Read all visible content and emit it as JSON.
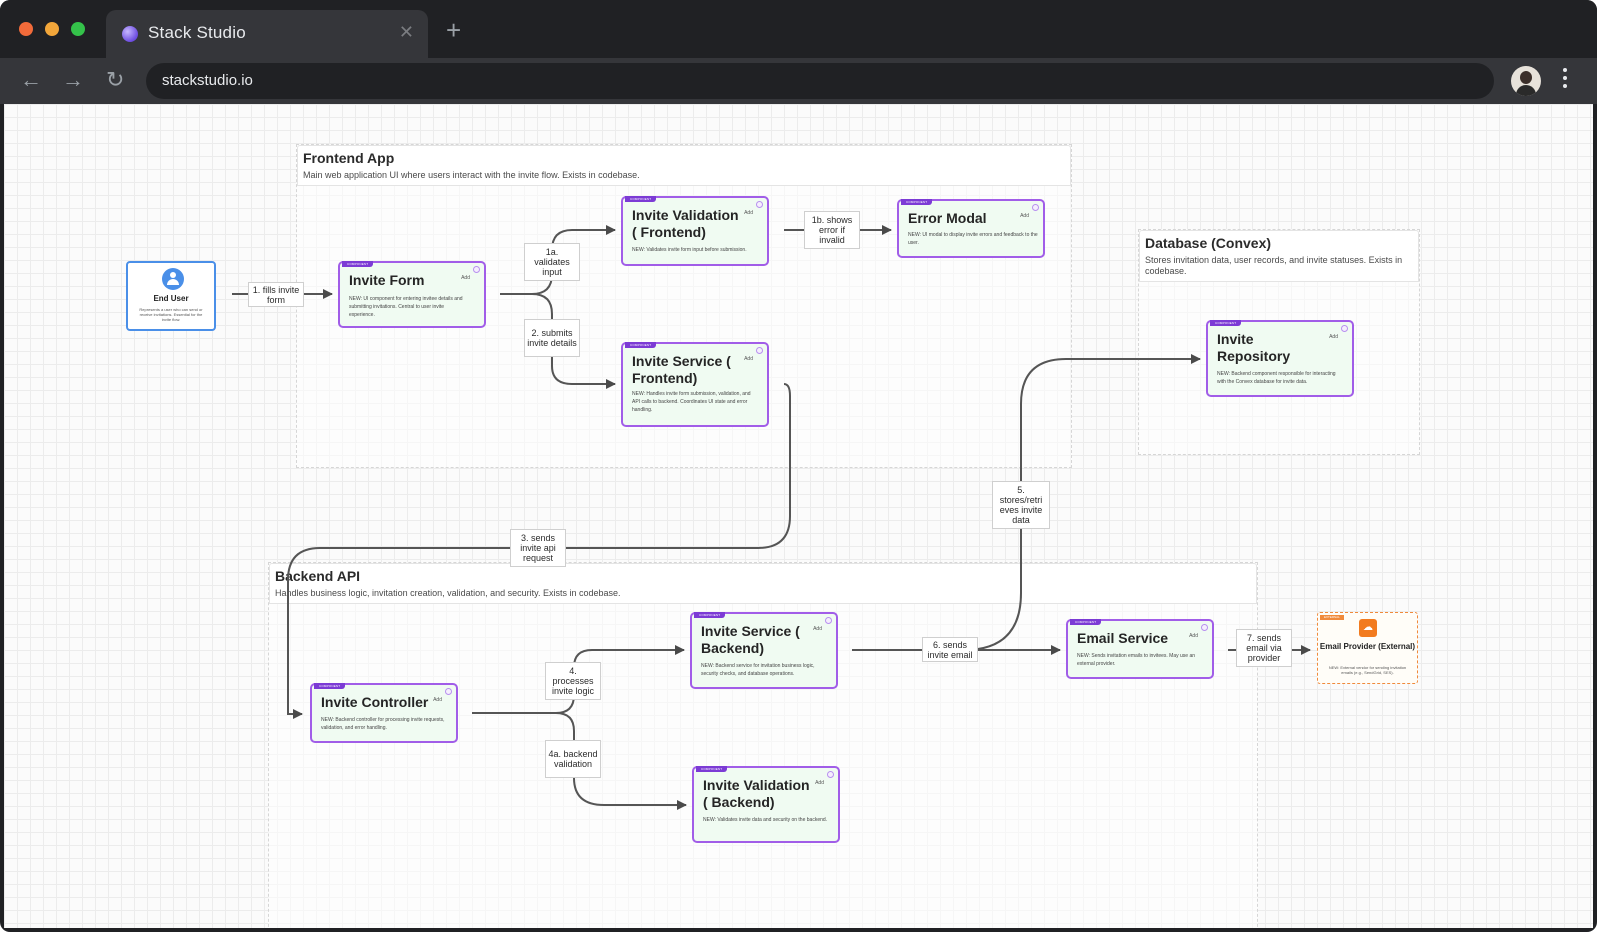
{
  "browser": {
    "tab_title": "Stack Studio",
    "new_tab_icon": "plus-icon",
    "url": "stackstudio.io",
    "traffic_light_colors": [
      "#f26b3a",
      "#f2a63a",
      "#34c24a"
    ]
  },
  "groups": {
    "frontend": {
      "title": "Frontend App",
      "desc": "Main web application UI where users interact with the invite flow. Exists in codebase."
    },
    "database": {
      "title": "Database (Convex)",
      "desc": "Stores invitation data, user records, and invite statuses. Exists in codebase."
    },
    "backend": {
      "title": "Backend API",
      "desc": "Handles business logic, invitation creation, validation, and security. Exists in codebase."
    }
  },
  "actor": {
    "title": "End User",
    "desc": "Represents a user who can send or receive invitations. Essential for the invite flow."
  },
  "external": {
    "tag": "EXTERNAL",
    "title": "Email Provider (External)",
    "desc": "NEW: External vendor for sending invitation emails (e.g., SendGrid, SES)."
  },
  "component_tag": "COMPONENT",
  "add_label": "Add",
  "nodes": {
    "invite_form": {
      "title": "Invite Form",
      "desc": "NEW: UI component for entering invitee details and submitting invitations. Central to user invite experience."
    },
    "invite_validation_fe": {
      "title": "Invite Validation ( Frontend)",
      "desc": "NEW: Validates invite form input before submission."
    },
    "error_modal": {
      "title": "Error Modal",
      "desc": "NEW: UI modal to display invite errors and feedback to the user."
    },
    "invite_service_fe": {
      "title": "Invite Service ( Frontend)",
      "desc": "NEW: Handles invite form submission, validation, and API calls to backend. Coordinates UI state and error handling."
    },
    "invite_repository": {
      "title": "Invite Repository",
      "desc": "NEW: Backend component responsible for interacting with the Convex database for invite data."
    },
    "invite_controller": {
      "title": "Invite Controller",
      "desc": "NEW: Backend controller for processing invite requests, validation, and error handling."
    },
    "invite_service_be": {
      "title": "Invite Service ( Backend)",
      "desc": "NEW: Backend service for invitation business logic, security checks, and database operations."
    },
    "invite_validation_be": {
      "title": "Invite Validation ( Backend)",
      "desc": "NEW: Validates invite data and security on the backend."
    },
    "email_service": {
      "title": "Email Service",
      "desc": "NEW: Sends invitation emails to invitees. May use an external provider."
    }
  },
  "edges": {
    "e1": "1. fills invite form",
    "e1a": "1a. validates input",
    "e1b": "1b. shows error if invalid",
    "e2": "2. submits invite details",
    "e3": "3. sends invite api request",
    "e4": "4. processes invite logic",
    "e4a": "4a. backend validation",
    "e5": "5. stores/retri eves invite data",
    "e6": "6. sends invite email",
    "e7": "7. sends email via provider"
  }
}
